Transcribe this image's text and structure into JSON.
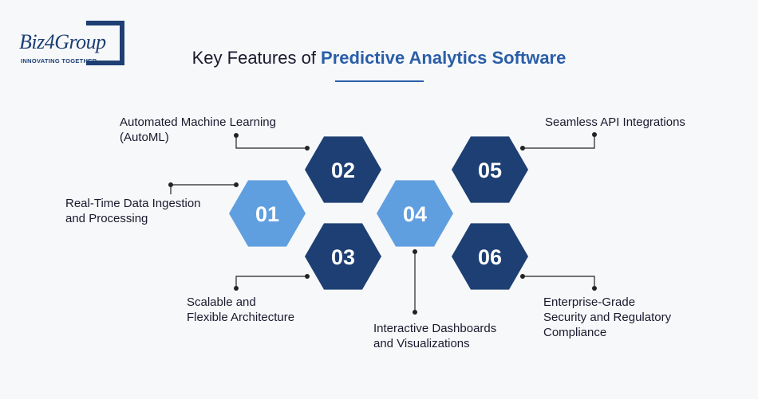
{
  "logo": {
    "name": "Biz4Group",
    "tagline": "INNOVATING TOGETHER"
  },
  "title": {
    "prefix": "Key Features of ",
    "highlight": "Predictive Analytics Software"
  },
  "colors": {
    "dark_hex": "#1d3f73",
    "light_hex": "#5f9fe0",
    "accent": "#2a5ea8",
    "connector": "#222222"
  },
  "features": [
    {
      "num": "01",
      "label_line1": "Real-Time Data Ingestion",
      "label_line2": "and Processing",
      "shade": "light"
    },
    {
      "num": "02",
      "label_line1": "Automated Machine Learning",
      "label_line2": "(AutoML)",
      "shade": "dark"
    },
    {
      "num": "03",
      "label_line1": "Scalable and",
      "label_line2": "Flexible Architecture",
      "shade": "dark"
    },
    {
      "num": "04",
      "label_line1": "Interactive Dashboards",
      "label_line2": "and Visualizations",
      "shade": "light"
    },
    {
      "num": "05",
      "label_line1": "Seamless API Integrations",
      "label_line2": "",
      "shade": "dark"
    },
    {
      "num": "06",
      "label_line1": "Enterprise-Grade",
      "label_line2": "Security and Regulatory",
      "label_line3": "Compliance",
      "shade": "dark"
    }
  ]
}
